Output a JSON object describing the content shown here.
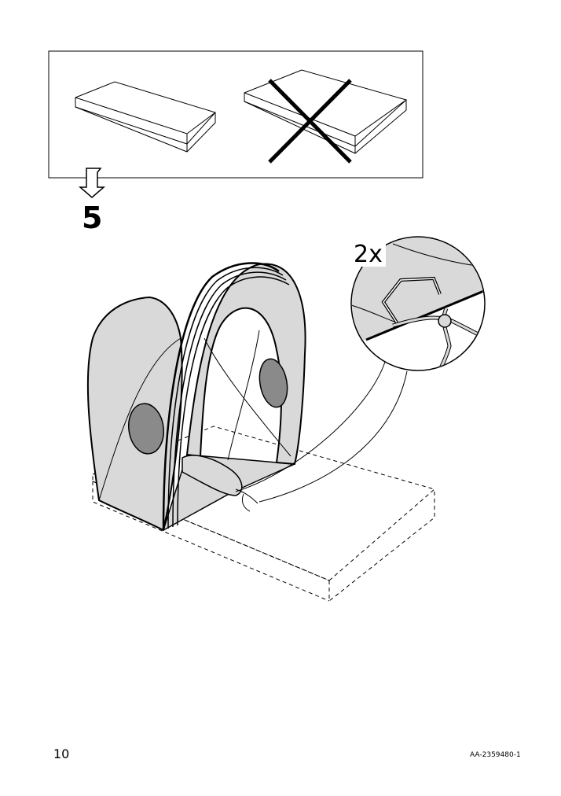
{
  "step": {
    "number": "5"
  },
  "detail": {
    "quantity": "2x"
  },
  "footer": {
    "page_number": "10",
    "doc_code": "AA-2359480-1"
  },
  "icons": {
    "correct": "mattress-flat-icon",
    "incorrect": "mattress-crossed-icon",
    "arrow": "down-arrow-icon"
  },
  "colors": {
    "fabric": "#d9d9d9",
    "line": "#000000",
    "paper": "#ffffff"
  }
}
